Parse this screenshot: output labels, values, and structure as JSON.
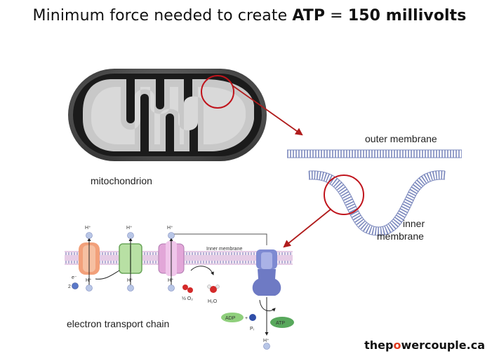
{
  "title": {
    "prefix": "Minimum force needed to create ",
    "term": "ATP",
    "equals": " = ",
    "value": "150 millivolts"
  },
  "labels": {
    "mitochondrion": "mitochondrion",
    "outer_membrane": "outer membrane",
    "inner_membrane_line1": "inner",
    "inner_membrane_line2": "membrane",
    "etc": "electron transport chain",
    "inner_membrane_small": "Inner membrane"
  },
  "molecules": {
    "h_plus": "H⁺",
    "electron": "e⁻",
    "two": "2",
    "half_o2": "½ O₂",
    "h2o": "H₂O",
    "adp": "ADP",
    "plus": "+",
    "pi": "Pᵢ",
    "atp": "ATP"
  },
  "brand": {
    "before": "thep",
    "o": "o",
    "after": "wercouple.ca"
  },
  "colors": {
    "highlight_circle": "#c0141c",
    "arrow": "#b01c1c",
    "membrane": "#8a96c8",
    "atp_pill": "#58a85c",
    "adp_pill": "#8fcf7c"
  }
}
